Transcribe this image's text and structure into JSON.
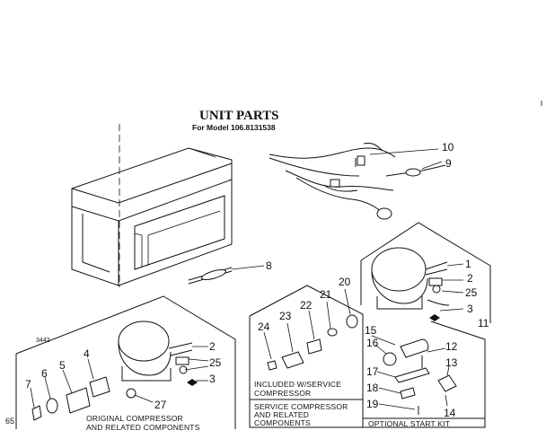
{
  "title": "UNIT PARTS",
  "subtitle": "For Model 106.8131538",
  "callouts": {
    "c1": "1",
    "c2": "2",
    "c3": "3",
    "c5": "5",
    "c6": "6",
    "c7": "7",
    "c8": "8",
    "c9": "9",
    "c10": "10",
    "c11": "11",
    "c12": "12",
    "c13": "13",
    "c14": "14",
    "c15": "15",
    "c16": "16",
    "c17": "17",
    "c18": "18",
    "c19": "19",
    "c20": "20",
    "c21": "21",
    "c22": "22",
    "c23": "23",
    "c24": "24",
    "c25": "25",
    "c27": "27",
    "c2b": "2",
    "c3b": "3",
    "c25b": "25",
    "c4": "4"
  },
  "codes": {
    "diagram_number": "3442",
    "corner_code": "65"
  },
  "captions": {
    "original_line1": "ORIGINAL COMPRESSOR",
    "original_line2": "AND RELATED COMPONENTS",
    "included_line1": "INCLUDED W/SERVICE",
    "included_line2": "COMPRESSOR",
    "service_line1": "SERVICE COMPRESSOR",
    "service_line2": "AND RELATED",
    "service_line3": "COMPONENTS",
    "start_kit": "OPTIONAL START KIT"
  }
}
